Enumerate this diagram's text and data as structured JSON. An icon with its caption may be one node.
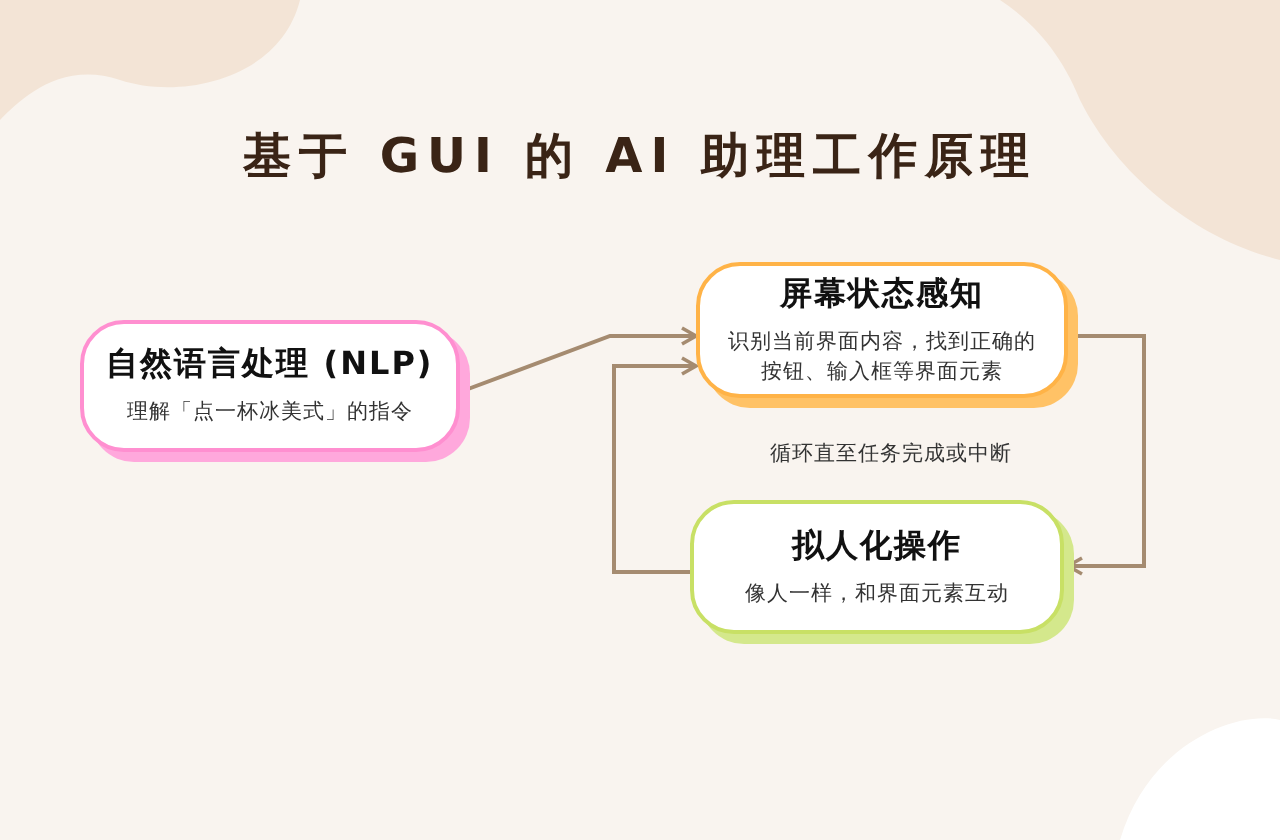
{
  "diagram": {
    "title": "基于 GUI 的 AI 助理工作原理",
    "nodes": [
      {
        "text": [
          "自然语言处理 (NLP)",
          "理解「点一杯冰美式」的指令"
        ]
      },
      {
        "text": [
          "屏幕状态感知",
          "识别当前界面内容，找到正确的按钮、输入框等界面元素"
        ]
      },
      {
        "text": [
          "拟人化操作",
          "像人一样，和界面元素互动"
        ]
      }
    ],
    "edges": [
      {
        "from": 0,
        "to": 1,
        "arrow": "to"
      },
      {
        "from": 2,
        "to": 1,
        "arrow": "to"
      },
      {
        "from": 1,
        "to": 2,
        "arrow": "to"
      }
    ],
    "labels": [
      "循环直至任务完成或中断"
    ]
  }
}
